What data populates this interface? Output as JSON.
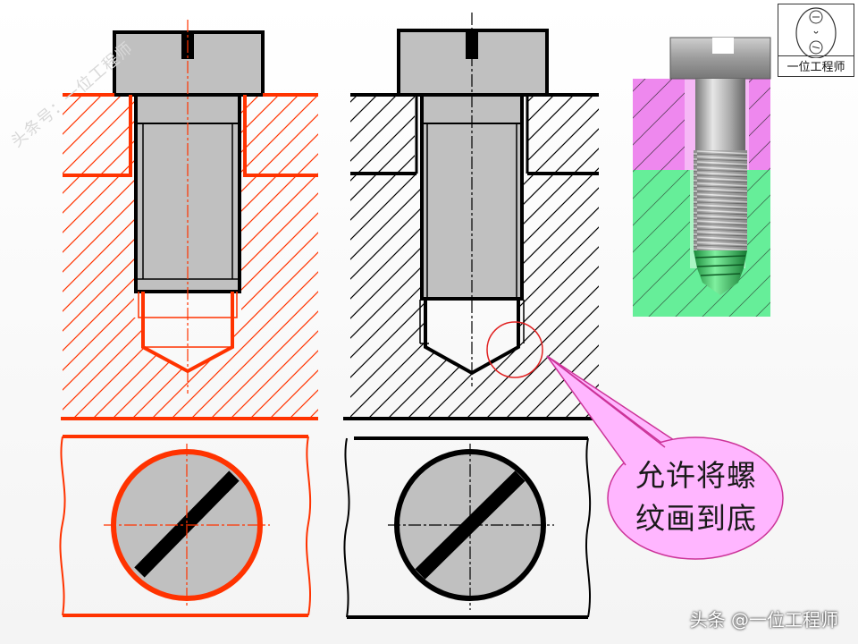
{
  "watermark": {
    "side_text": "头条号：一位工程师",
    "bottom_text": "头条 @一位工程师"
  },
  "logo": {
    "label": "一位工程师"
  },
  "callout": {
    "text_line1": "允许将螺",
    "text_line2": "纹画到底"
  },
  "colors": {
    "red_view": "#ff3300",
    "black_view": "#000000",
    "bolt_fill": "#c0c0c0",
    "callout_fill": "#ffb6ff",
    "callout_border": "#cc3399",
    "photo_pink": "#ee88ee",
    "photo_green": "#66ee99"
  }
}
